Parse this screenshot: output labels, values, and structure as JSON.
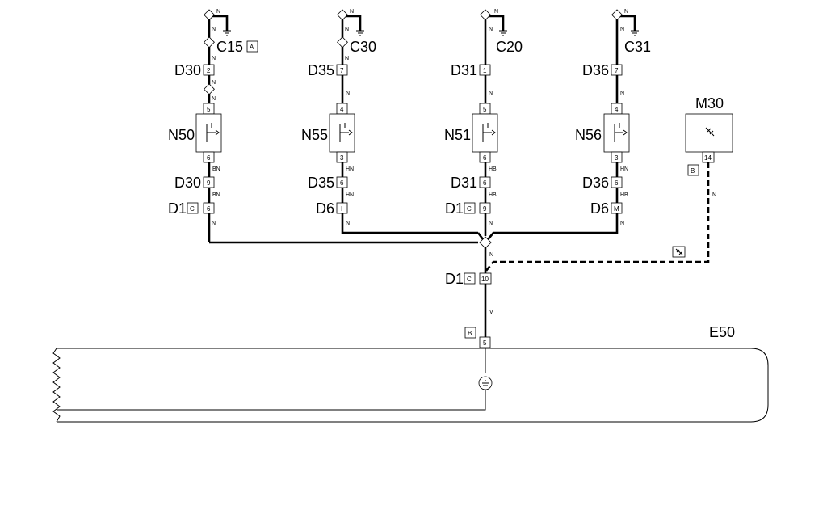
{
  "columns": [
    {
      "ground_wire_color": "N",
      "top_connector": "C15",
      "top_connector_tag": "A",
      "mid_connector": "D30",
      "mid_pin": "2",
      "upper_wire_colors": [
        "N",
        "N",
        "N"
      ],
      "component": "N50",
      "comp_pin_top": "5",
      "comp_pin_bottom": "6",
      "lower_wire_color_1": "BN",
      "low_connector": "D30",
      "low_pin": "9",
      "lower_wire_color_2": "BN",
      "bottom_connector": "D1",
      "bottom_connector_tag": "C",
      "bottom_pin": "6",
      "bottom_wire_color": "N"
    },
    {
      "ground_wire_color": "N",
      "top_connector": "C30",
      "top_connector_tag": "",
      "mid_connector": "D35",
      "mid_pin": "7",
      "upper_wire_colors": [
        "N",
        "N"
      ],
      "component": "N55",
      "comp_pin_top": "4",
      "comp_pin_bottom": "3",
      "lower_wire_color_1": "HN",
      "low_connector": "D35",
      "low_pin": "6",
      "lower_wire_color_2": "HN",
      "bottom_connector": "D6",
      "bottom_connector_tag": "",
      "bottom_pin": "I",
      "bottom_wire_color": "N"
    },
    {
      "ground_wire_color": "N",
      "top_connector": "C20",
      "top_connector_tag": "",
      "mid_connector": "D31",
      "mid_pin": "1",
      "upper_wire_colors": [
        "N",
        "N"
      ],
      "component": "N51",
      "comp_pin_top": "5",
      "comp_pin_bottom": "6",
      "lower_wire_color_1": "HB",
      "low_connector": "D31",
      "low_pin": "6",
      "lower_wire_color_2": "HB",
      "bottom_connector": "D1",
      "bottom_connector_tag": "C",
      "bottom_pin": "9",
      "bottom_wire_color": "N"
    },
    {
      "ground_wire_color": "N",
      "top_connector": "C31",
      "top_connector_tag": "",
      "mid_connector": "D36",
      "mid_pin": "7",
      "upper_wire_colors": [
        "N",
        "N"
      ],
      "component": "N56",
      "comp_pin_top": "4",
      "comp_pin_bottom": "3",
      "lower_wire_color_1": "HN",
      "low_connector": "D36",
      "low_pin": "6",
      "lower_wire_color_2": "HB",
      "bottom_connector": "D6",
      "bottom_connector_tag": "",
      "bottom_pin": "M",
      "bottom_wire_color": "N"
    }
  ],
  "m30": {
    "name": "M30",
    "pin": "14",
    "tag": "B",
    "wire_color": "N"
  },
  "junction": {
    "out_wire_color": "N",
    "connector": "D1",
    "connector_tag": "C",
    "pin": "10",
    "wire_color": "V"
  },
  "e50": {
    "name": "E50",
    "pin": "5",
    "tag": "B"
  }
}
